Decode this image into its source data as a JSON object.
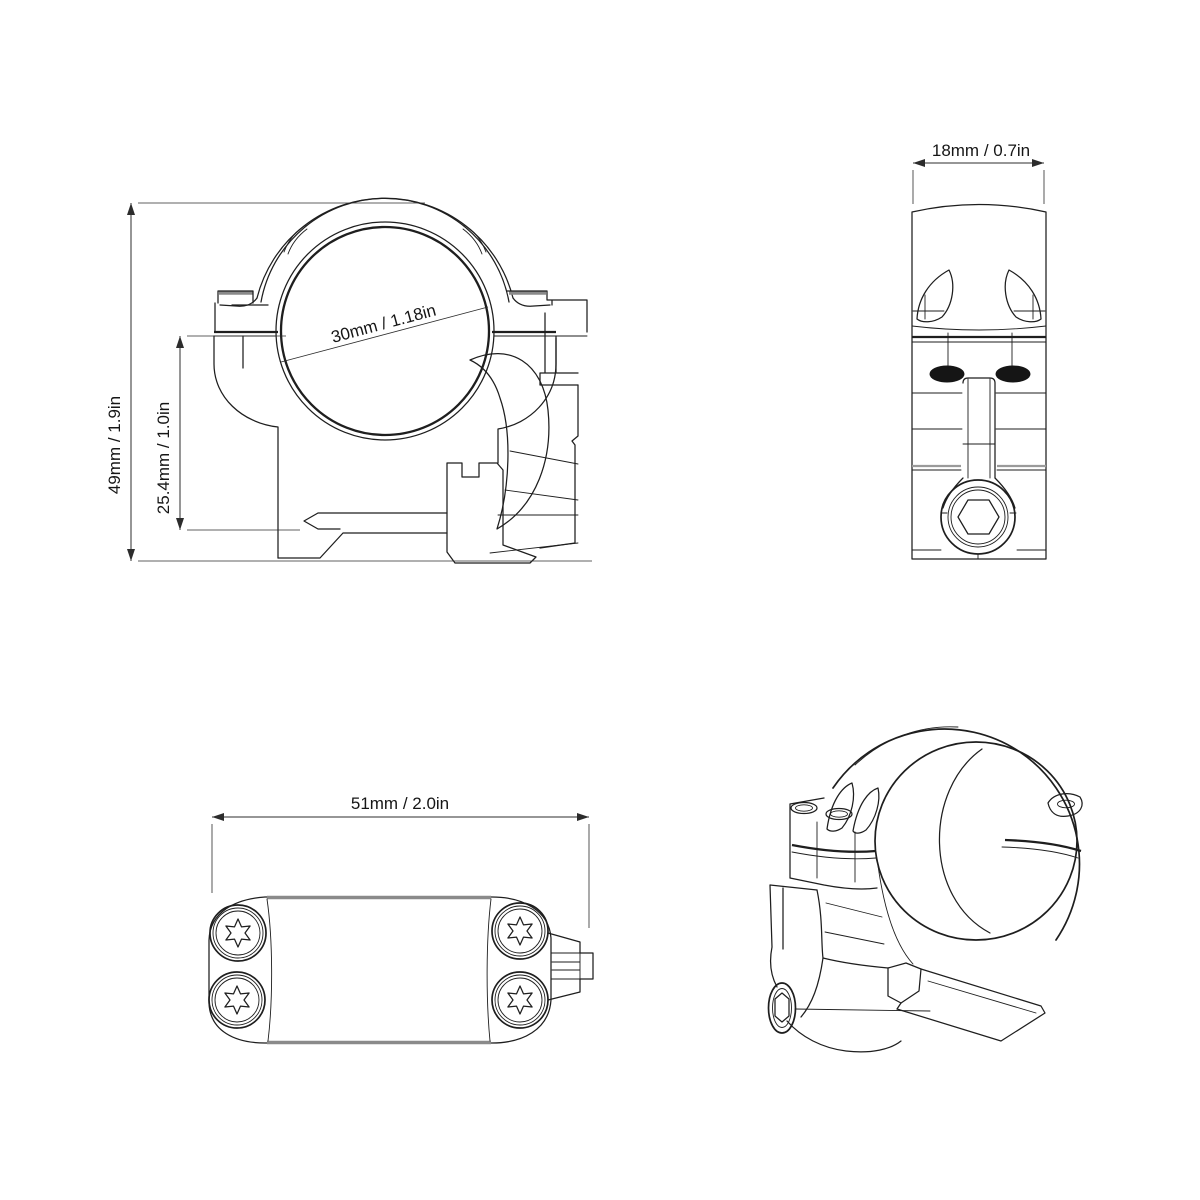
{
  "colors": {
    "background": "#ffffff",
    "line": "#1e1e1e",
    "dimension_line": "#2c2c2c",
    "shade_gray": "#8a8a8a"
  },
  "views": {
    "front": {
      "dims": {
        "overall_height": "49mm / 1.9in",
        "base_to_center": "25.4mm / 1.0in",
        "tube_diameter": "30mm / 1.18in"
      }
    },
    "side": {
      "dims": {
        "ring_width": "18mm / 0.7in"
      }
    },
    "top": {
      "dims": {
        "overall_length": "51mm / 2.0in"
      }
    }
  }
}
